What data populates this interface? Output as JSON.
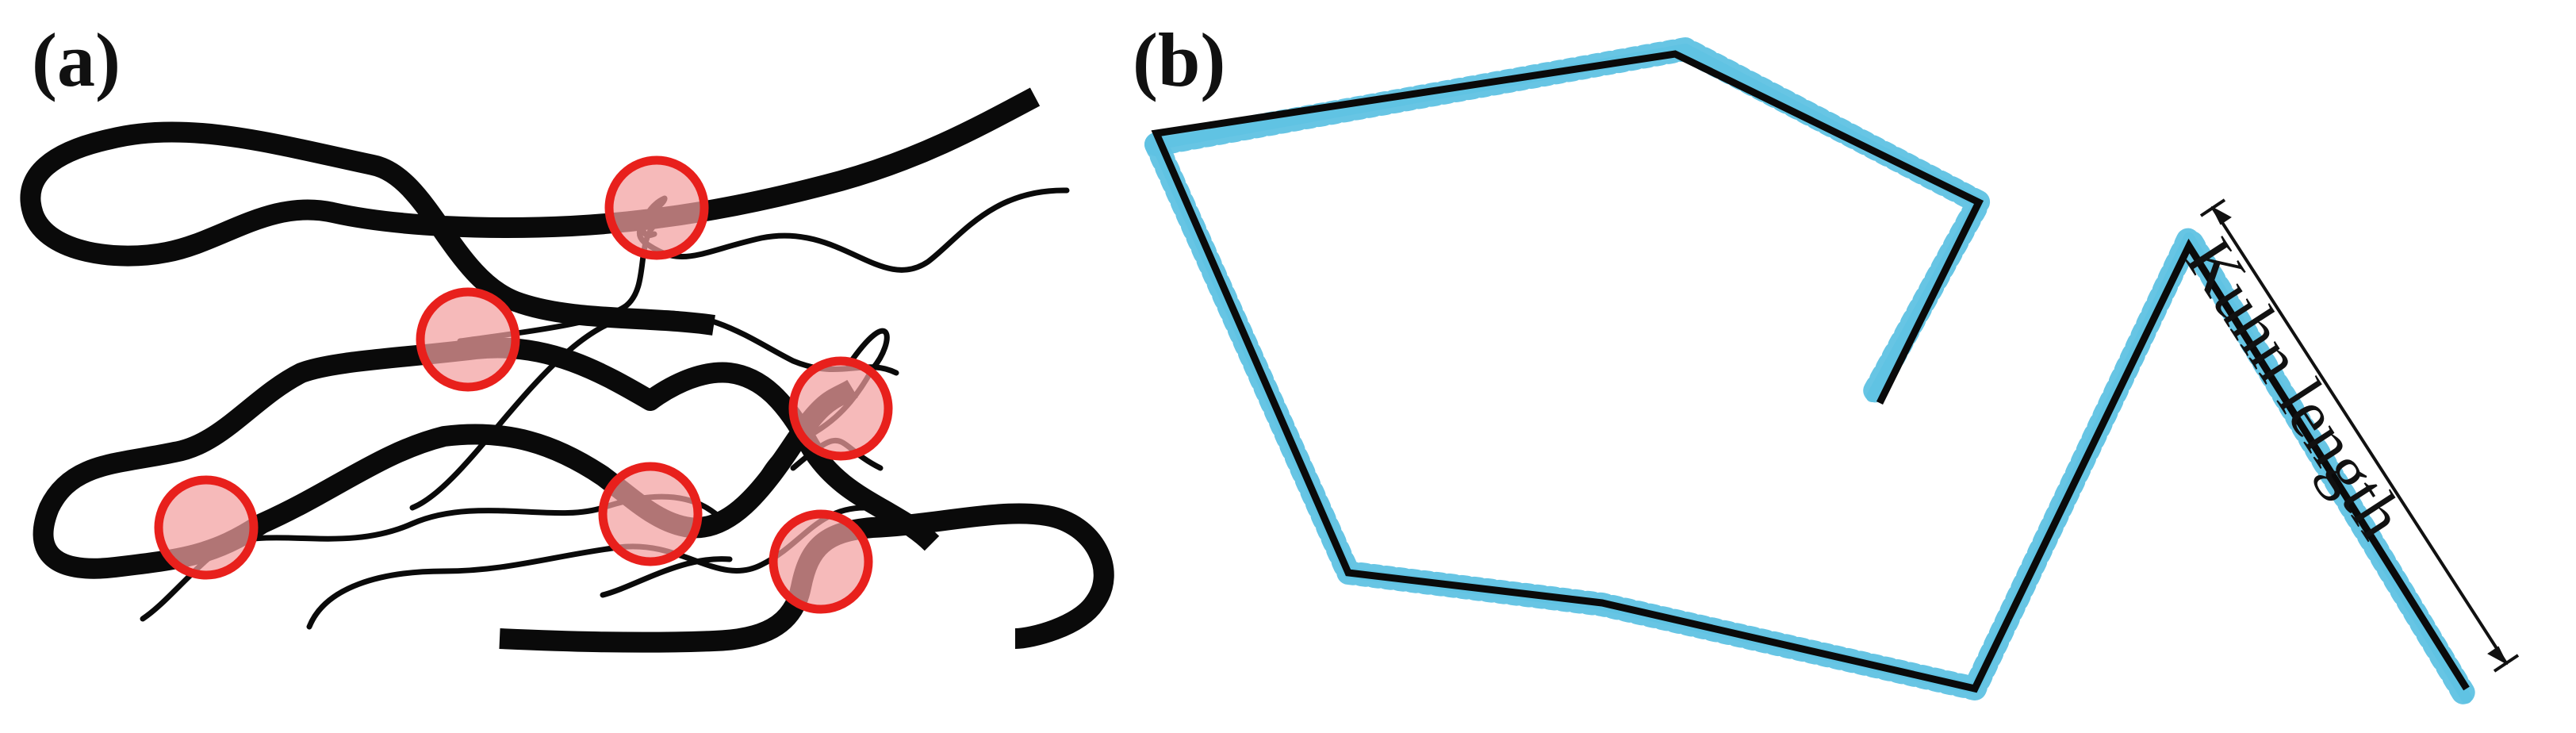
{
  "panels": {
    "a": {
      "label": "(a)"
    },
    "b": {
      "label": "(b)"
    }
  },
  "annotation": {
    "kuhn_length": "Kuhn length"
  },
  "colors": {
    "chain": "#0a0a0a",
    "entanglement_stroke": "#e8201c",
    "entanglement_fill": "#f2a0a0",
    "coarse_beads": "#5fc2e3",
    "coarse_beads_edge": "#3a9cc4"
  },
  "diagram": {
    "panel_a": {
      "thick_chains": 3,
      "thin_chains": 4,
      "entanglement_markers": 6
    },
    "panel_b": {
      "kuhn_segments": 8
    }
  }
}
